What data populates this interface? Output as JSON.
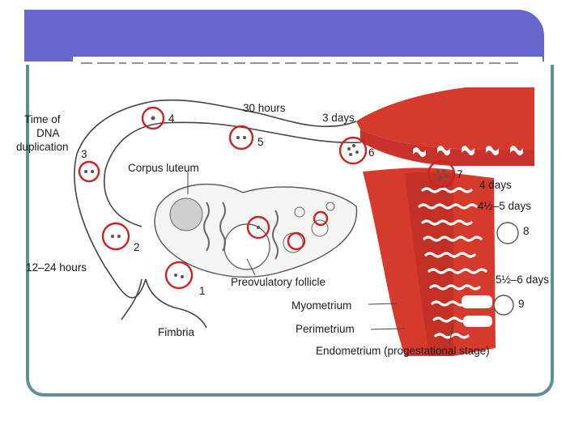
{
  "slide": {
    "header_color": "#6666cc",
    "frame_color": "#5f8f95"
  },
  "diagram": {
    "labels": {
      "time_dna_1": "Time of",
      "time_dna_2": "DNA",
      "time_dna_3": "duplication",
      "thirty_hours": "30 hours",
      "three_days": "3 days",
      "four_days": "4 days",
      "four_half_days": "4½–5 days",
      "five_half_days": "5½–6 days",
      "twelve_hours": "12–24 hours",
      "corpus_luteum": "Corpus luteum",
      "preovulatory": "Preovulatory follicle",
      "myometrium": "Myometrium",
      "perimetrium": "Perimetrium",
      "endometrium": "Endometrium (progestational stage)",
      "fimbria": "Fimbria"
    },
    "stages": [
      "1",
      "2",
      "3",
      "4",
      "5",
      "6",
      "7",
      "8",
      "9"
    ],
    "colors": {
      "uterus": "#d63a2c",
      "uterus_dark": "#b82a1f",
      "stage_circle": "#cc2222",
      "line": "#444444"
    }
  }
}
